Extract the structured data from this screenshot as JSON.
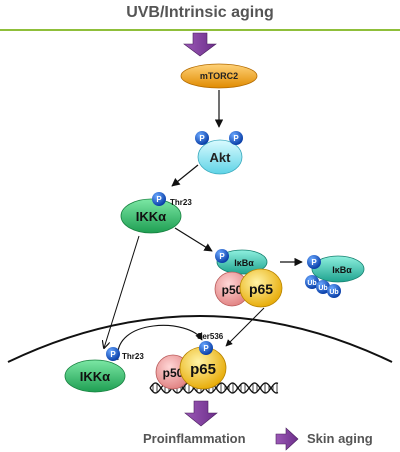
{
  "header": {
    "title": "UVB/Intrinsic aging"
  },
  "nodes": {
    "mtorc2": "mTORC2",
    "akt": "Akt",
    "ikka_top": "IKKα",
    "ikka_nuclear": "IKKα",
    "ikba_complex": "IκBα",
    "ikba_free": "IκBα",
    "p50_cyto": "p50",
    "p65_cyto": "p65",
    "p50_nuclear": "p50",
    "p65_nuclear": "p65"
  },
  "phospho": {
    "symbol": "P",
    "thr23_top": "Thr23",
    "thr23_nuclear": "Thr23",
    "ser536": "Ser536"
  },
  "ubiquitin": {
    "label": "Ub"
  },
  "outcome": {
    "proinflammation": "Proinflammation",
    "skin_aging": "Skin aging"
  },
  "colors": {
    "header_line": "#8fbf3a",
    "purple_arrow": "#7d3c98",
    "mtorc2_fill": "#f39c12",
    "akt_fill": "#8ee4f0",
    "ikka_fill": "#2ecc71",
    "ikba_fill": "#3cc7b5",
    "p50_fill": "#f2a0a0",
    "p65_fill": "#f5c518",
    "phospho_fill": "#1a5fd1",
    "dna": "#111111"
  }
}
